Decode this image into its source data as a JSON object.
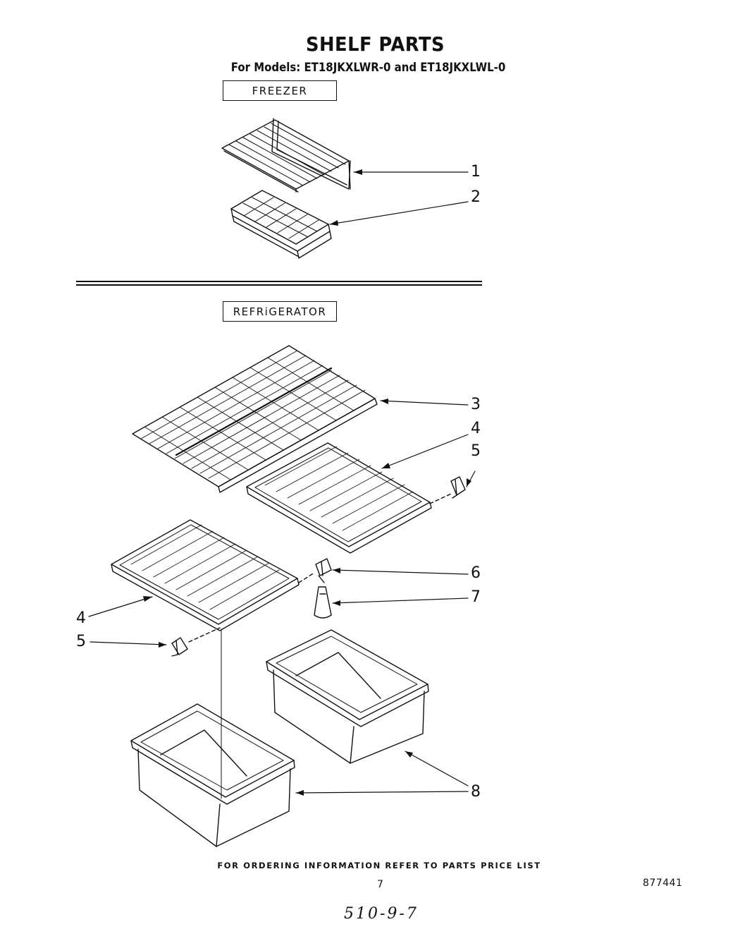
{
  "title": "SHELF PARTS",
  "subtitle": "For Models: ET18JKXLWR-0 and ET18JKXLWL-0",
  "sections": {
    "freezer": "FREEZER",
    "refrigerator": "REFRiGERATOR"
  },
  "callouts": {
    "c1": "1",
    "c2": "2",
    "c3": "3",
    "c4a": "4",
    "c5a": "5",
    "c6": "6",
    "c7": "7",
    "c4b": "4",
    "c5b": "5",
    "c8": "8"
  },
  "footer": {
    "ordering_note": "FOR ORDERING INFORMATION REFER TO PARTS PRICE LIST",
    "page_number": "7",
    "document_number": "877441",
    "handwritten_note": "510-9-7"
  }
}
